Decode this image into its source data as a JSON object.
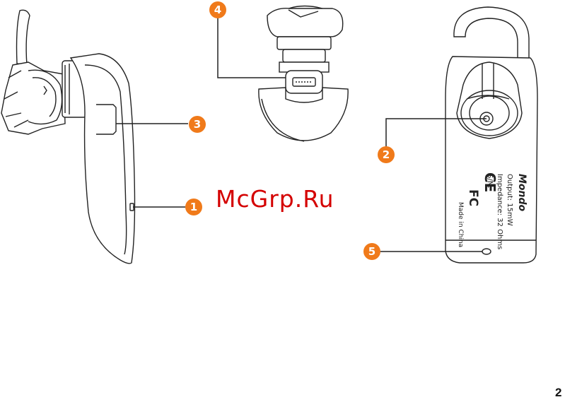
{
  "callouts": [
    {
      "number": "1"
    },
    {
      "number": "2"
    },
    {
      "number": "3"
    },
    {
      "number": "4"
    },
    {
      "number": "5"
    }
  ],
  "back_label": {
    "brand": "Mondo",
    "output": "Output: 15mW",
    "impedance": "Impedance: 32 Ohms",
    "serial": "S/N:",
    "ce_mark": "CE",
    "fcc_mark": "FC",
    "origin": "Made in China"
  },
  "watermark": "McGrp.Ru",
  "page_number": "2",
  "colors": {
    "callout": "#f07a1a",
    "watermark": "#d40000",
    "line": "#222222"
  }
}
